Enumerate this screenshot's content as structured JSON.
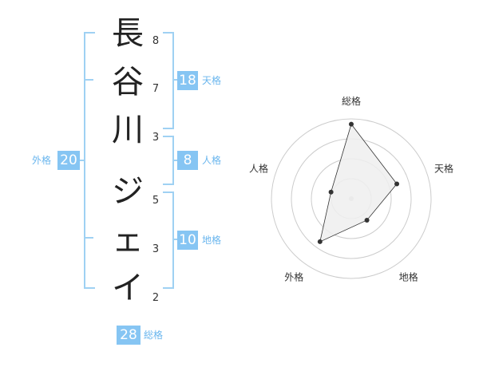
{
  "name_chars": [
    "長",
    "谷",
    "川",
    "ジ",
    "ェ",
    "イ"
  ],
  "strokes": [
    "8",
    "7",
    "3",
    "5",
    "3",
    "2"
  ],
  "fortunes": {
    "tenkaku": {
      "value": "18",
      "label": "天格"
    },
    "jinkaku": {
      "value": "8",
      "label": "人格"
    },
    "chikaku": {
      "value": "10",
      "label": "地格"
    },
    "gaikaku": {
      "value": "20",
      "label": "外格"
    },
    "soukaku": {
      "value": "28",
      "label": "総格"
    }
  },
  "chart_data": {
    "type": "radar",
    "axes": [
      "総格",
      "天格",
      "地格",
      "外格",
      "人格"
    ],
    "values": [
      28,
      18,
      10,
      20,
      8
    ],
    "rings": 4,
    "colors": {
      "fill": "#eeeeee",
      "stroke": "#333333",
      "grid": "#cccccc"
    }
  }
}
